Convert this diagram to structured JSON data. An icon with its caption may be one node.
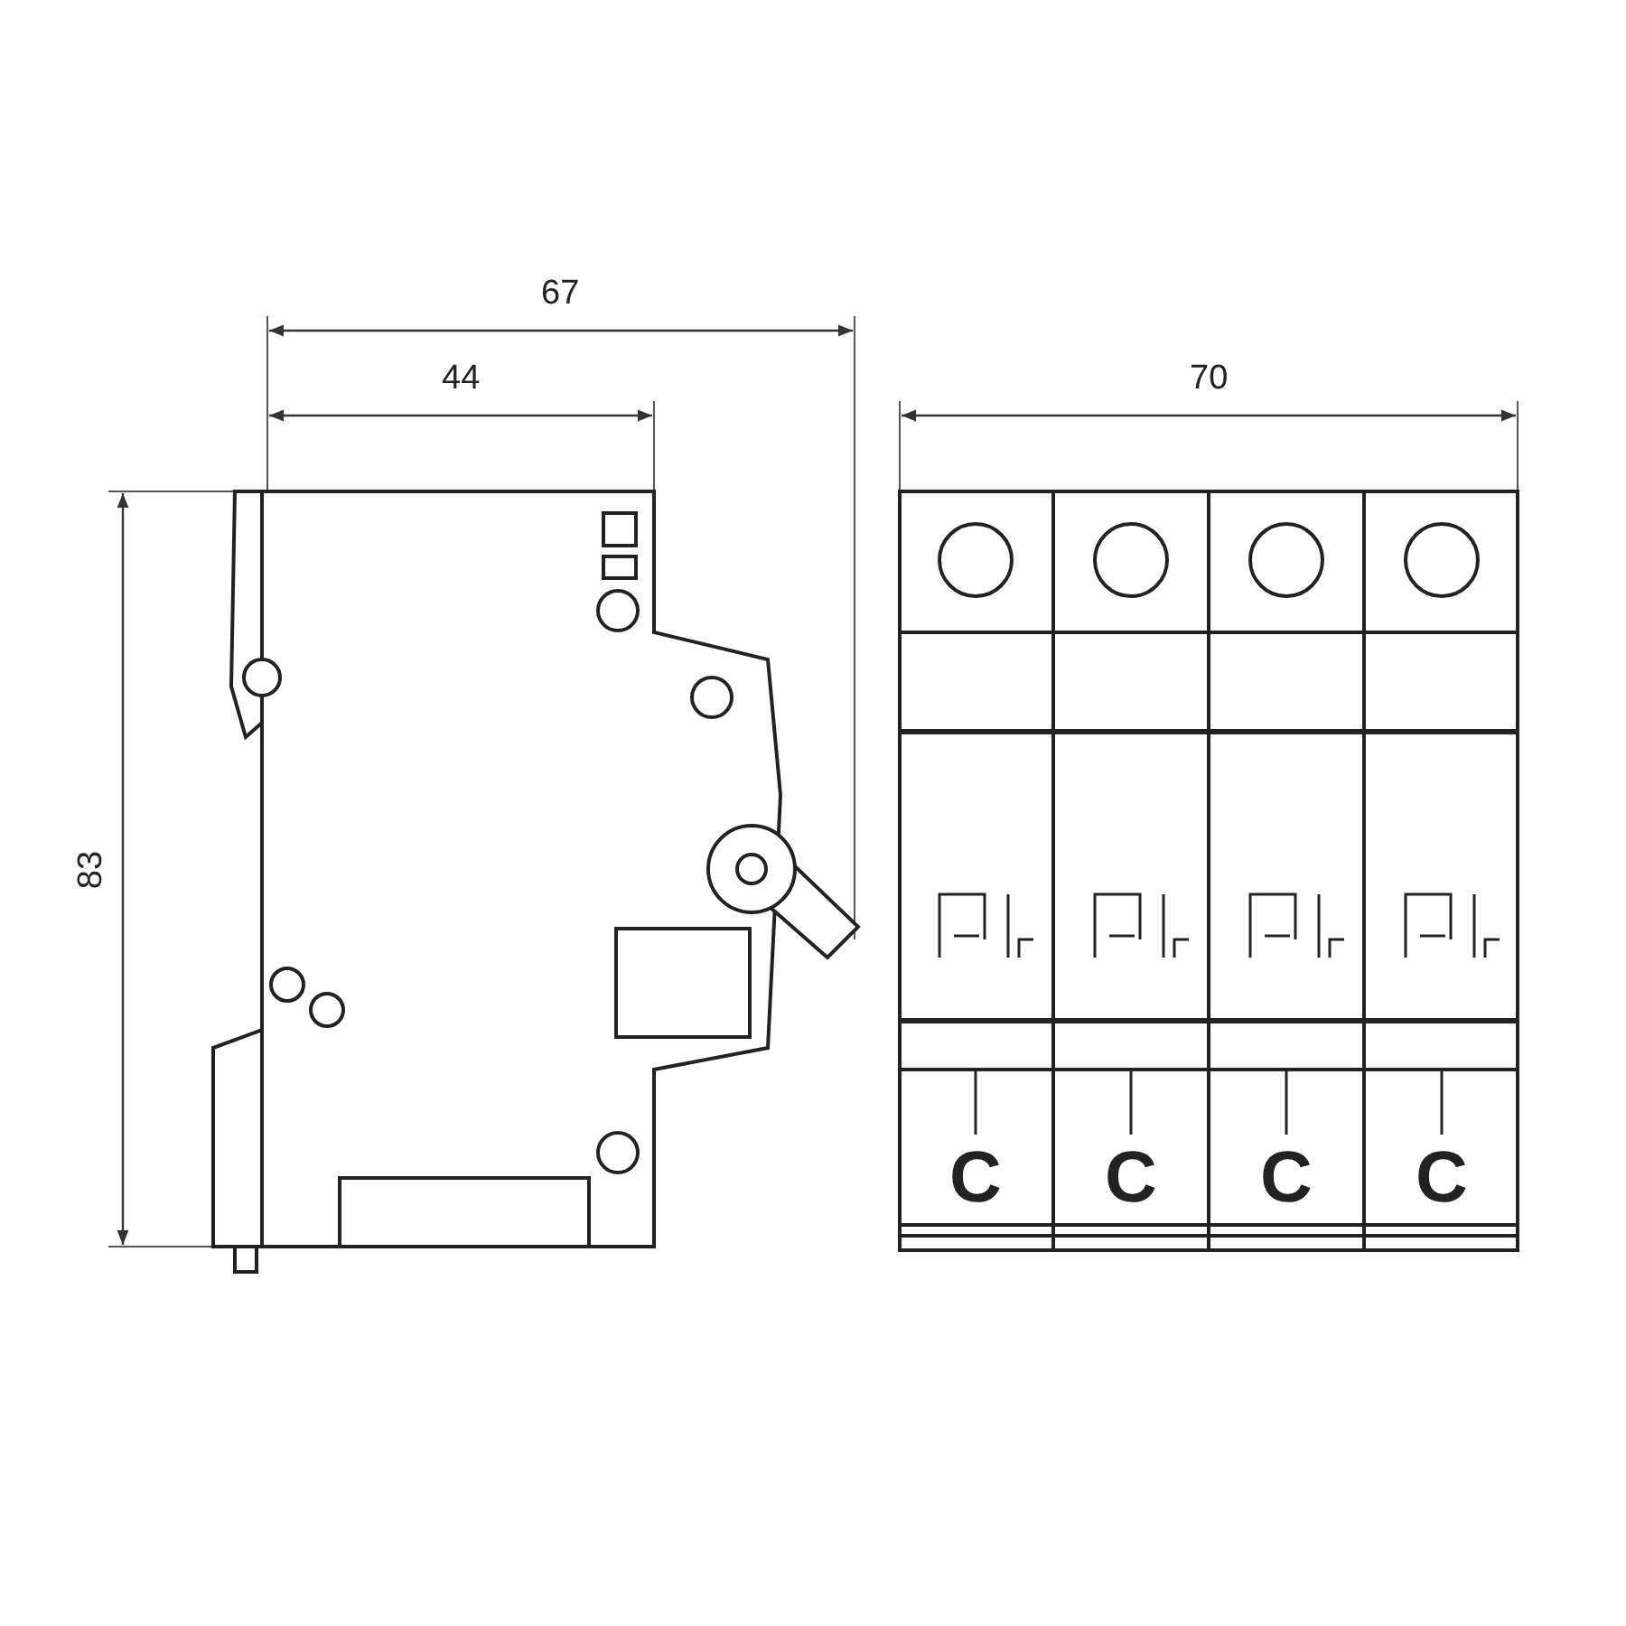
{
  "diagram": {
    "labels": [
      "67",
      "44",
      "70",
      "83",
      "C",
      "C",
      "C",
      "C"
    ]
  }
}
